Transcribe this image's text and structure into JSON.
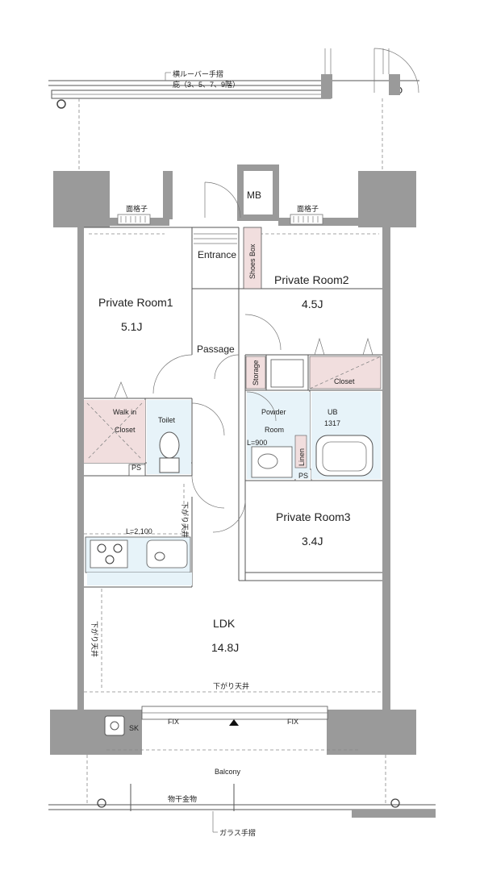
{
  "rooms": {
    "private_room1": {
      "label": "Private Room1",
      "size": "5.1J"
    },
    "private_room2": {
      "label": "Private Room2",
      "size": "4.5J"
    },
    "private_room3": {
      "label": "Private Room3",
      "size": "3.4J"
    },
    "ldk": {
      "label": "LDK",
      "size": "14.8J"
    },
    "entrance": "Entrance",
    "passage": "Passage",
    "walk_in_closet_line1": "Walk in",
    "walk_in_closet_line2": "Closet",
    "toilet": "Toilet",
    "powder_room_line1": "Powder",
    "powder_room_line2": "Room",
    "ub_line1": "UB",
    "ub_line2": "1317",
    "closet": "Closet",
    "storage": "Storage",
    "linen": "Linen",
    "shoes_box": "Shoes Box",
    "mb": "MB",
    "balcony": "Balcony",
    "sk": "SK"
  },
  "annotations": {
    "louver_rail": "横ルーバー手摺",
    "eaves": "庇（3、5、7、9階）",
    "lattice_left": "面格子",
    "lattice_right": "面格子",
    "lowered_ceiling_kitchen": "下がり天井",
    "lowered_ceiling_ldk_left": "下がり天井",
    "lowered_ceiling_bottom": "下がり天井",
    "l_900": "L=900",
    "l_2100": "L=2,100",
    "ps_toilet": "PS",
    "ps_bath": "PS",
    "fix_left": "FIX",
    "fix_right": "FIX",
    "drying_hardware": "物干金物",
    "glass_rail": "ガラス手摺"
  },
  "colors": {
    "wall": "#9a9a9a",
    "closet_fill": "#f1dede",
    "wet_area_fill": "#e7f3f9",
    "shoes_box_fill": "#f1dede"
  }
}
